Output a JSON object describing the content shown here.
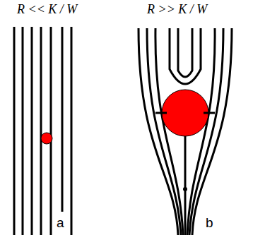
{
  "diagram": {
    "labels": [
      "R << K / W",
      "R >> K / W",
      "a",
      "b"
    ]
  }
}
